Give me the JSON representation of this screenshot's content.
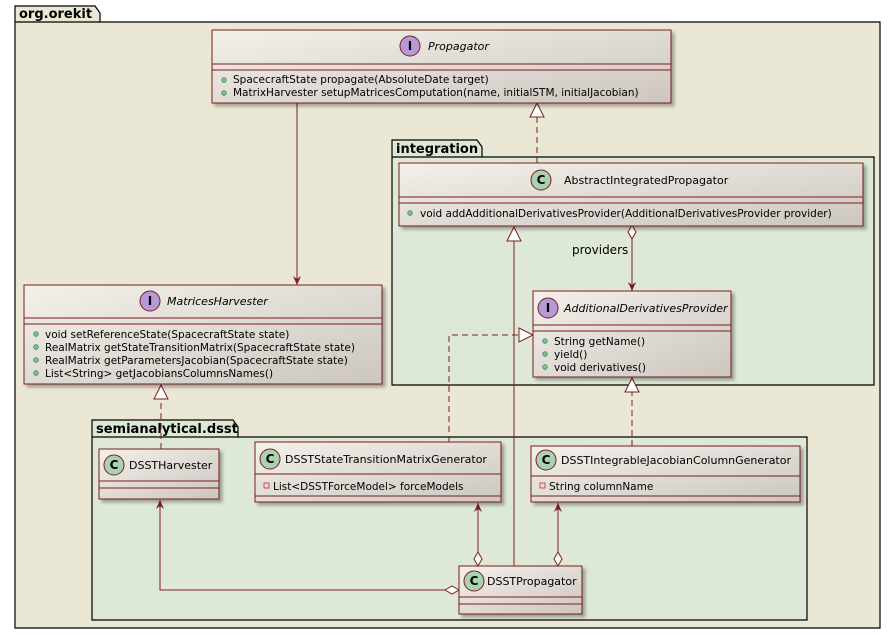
{
  "packages": {
    "root": "org.orekit",
    "integration": "integration",
    "dsst": "semianalytical.dsst"
  },
  "classes": {
    "propagator": {
      "kind": "I",
      "name": "Propagator",
      "methods": [
        "SpacecraftState propagate(AbsoluteDate target)",
        "MatrixHarvester setupMatricesComputation(name, initialSTM, initialJacobian)"
      ]
    },
    "abstract_integrated": {
      "kind": "C",
      "name": "AbstractIntegratedPropagator",
      "methods": [
        "void addAdditionalDerivativesProvider(AdditionalDerivativesProvider provider)"
      ]
    },
    "additional_derivatives": {
      "kind": "I",
      "name": "AdditionalDerivativesProvider",
      "methods": [
        "String getName()",
        "yield()",
        "void derivatives()"
      ]
    },
    "matrices_harvester": {
      "kind": "I",
      "name": "MatricesHarvester",
      "methods": [
        "void setReferenceState(SpacecraftState state)",
        "RealMatrix getStateTransitionMatrix(SpacecraftState state)",
        "RealMatrix getParametersJacobian(SpacecraftState state)",
        "List<String> getJacobiansColumnsNames()"
      ]
    },
    "dsst_harvester": {
      "kind": "C",
      "name": "DSSTHarvester"
    },
    "dsst_stm_generator": {
      "kind": "C",
      "name": "DSSTStateTransitionMatrixGenerator",
      "fields": [
        "List<DSSTForceModel> forceModels"
      ]
    },
    "dsst_jacobian_generator": {
      "kind": "C",
      "name": "DSSTIntegrableJacobianColumnGenerator",
      "fields": [
        "String columnName"
      ]
    },
    "dsst_propagator": {
      "kind": "C",
      "name": "DSSTPropagator"
    }
  },
  "labels": {
    "providers": "providers"
  },
  "colors": {
    "package_fill": "#ebe7d5",
    "inner_package_fill": "#dde8d6",
    "border": "#7a1f1f",
    "header_top": "#f3efe9",
    "header_bottom": "#cfc9c2",
    "interface_circle": "#b59ad7",
    "class_circle": "#a9d3b0"
  }
}
